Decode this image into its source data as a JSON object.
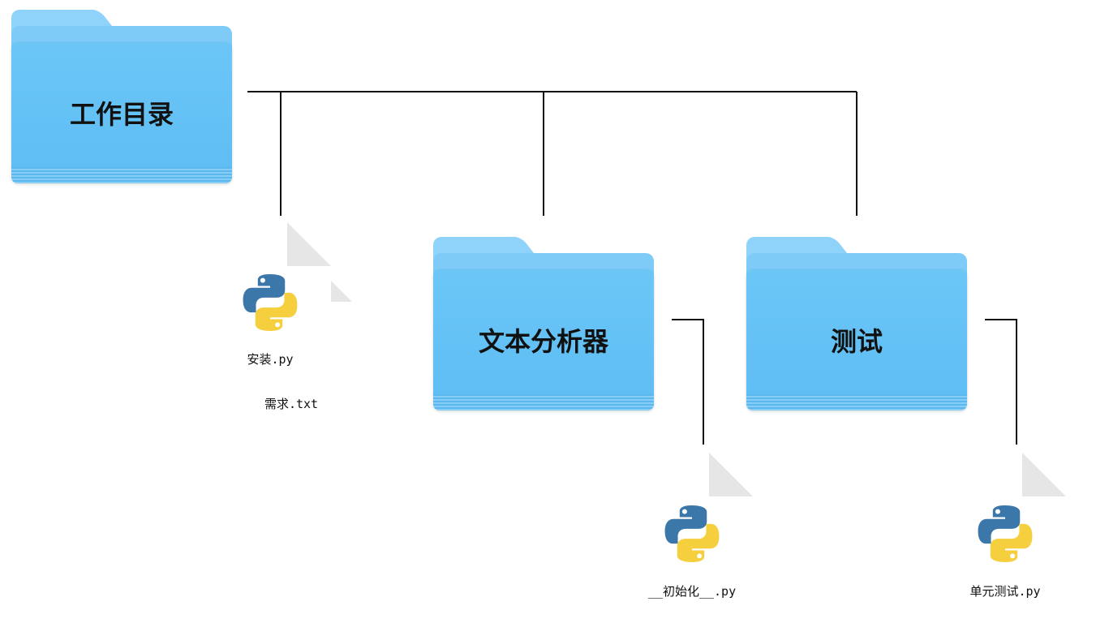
{
  "root_folder": {
    "label": "工作目录"
  },
  "files": {
    "setup": {
      "label": "安装.py",
      "icon": "python-logo-icon"
    },
    "requirements": {
      "label": "需求.txt"
    },
    "init": {
      "label": "__初始化__.py",
      "icon": "python-logo-icon"
    },
    "unit_test": {
      "label": "单元测试.py",
      "icon": "python-logo-icon"
    }
  },
  "folders": {
    "analyzer": {
      "label": "文本分析器"
    },
    "tests": {
      "label": "测试"
    }
  },
  "colors": {
    "folder_blue": "#6cc7f7",
    "python_blue": "#3b77a8",
    "python_yellow": "#f5cf3d",
    "line": "#111111"
  }
}
